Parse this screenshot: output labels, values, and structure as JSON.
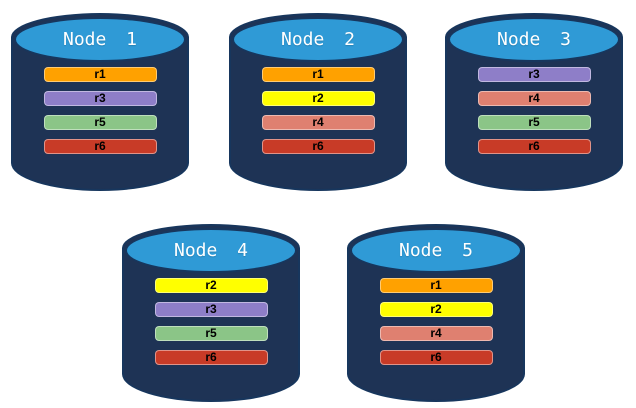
{
  "palette": {
    "background": "#FFFFFF",
    "cylinder_body": "#1E3355",
    "cylinder_outline": "#17365D",
    "cylinder_top": "#2F9AD6",
    "node_label_text": "#FFFFFF",
    "replica_label_text": "#000000"
  },
  "replica_colors": {
    "r1": "#FFA100",
    "r2": "#FFFF00",
    "r3": "#8E7EC8",
    "r4": "#DF8070",
    "r5": "#8BC587",
    "r6": "#C83B27"
  },
  "nodes": [
    {
      "label": "Node 1",
      "replicas": [
        "r1",
        "r3",
        "r5",
        "r6"
      ]
    },
    {
      "label": "Node 2",
      "replicas": [
        "r1",
        "r2",
        "r4",
        "r6"
      ]
    },
    {
      "label": "Node 3",
      "replicas": [
        "r3",
        "r4",
        "r5",
        "r6"
      ]
    },
    {
      "label": "Node 4",
      "replicas": [
        "r2",
        "r3",
        "r5",
        "r6"
      ]
    },
    {
      "label": "Node 5",
      "replicas": [
        "r1",
        "r2",
        "r4",
        "r6"
      ]
    }
  ]
}
